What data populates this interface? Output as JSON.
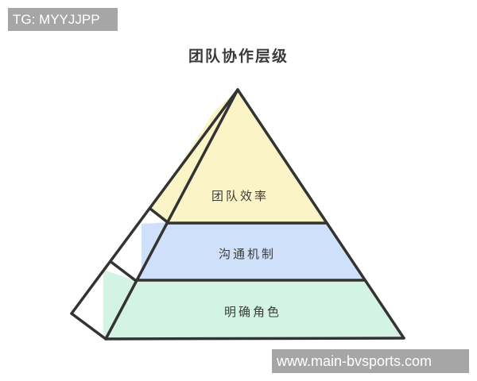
{
  "watermarks": {
    "top": "TG: MYYJJPP",
    "bottom": "www.main-bvsports.com"
  },
  "diagram": {
    "title": "团队协作层级",
    "type": "pyramid",
    "layers": [
      {
        "label": "团队效率",
        "position": "top",
        "color": "#FAF4C6"
      },
      {
        "label": "沟通机制",
        "position": "middle",
        "color": "#CFE0FB"
      },
      {
        "label": "明确角色",
        "position": "bottom",
        "color": "#D3F4E4"
      }
    ],
    "stroke_color": "#333333"
  }
}
